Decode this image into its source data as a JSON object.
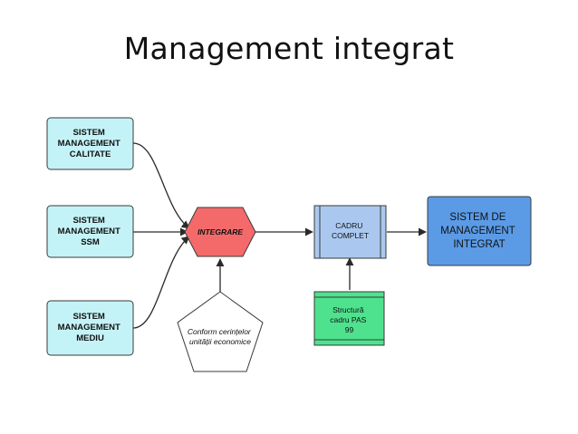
{
  "title": "Management integrat",
  "nodes": {
    "calitate": {
      "lines": [
        "SISTEM",
        "MANAGEMENT",
        "CALITATE"
      ]
    },
    "ssm": {
      "lines": [
        "SISTEM",
        "MANAGEMENT",
        "SSM"
      ]
    },
    "mediu": {
      "lines": [
        "SISTEM",
        "MANAGEMENT",
        "MEDIU"
      ]
    },
    "integrare": {
      "label": "INTEGRARE"
    },
    "conform": {
      "lines": [
        "Conform cerințelor",
        "unității economice"
      ]
    },
    "cadru": {
      "lines": [
        "CADRU",
        "COMPLET"
      ]
    },
    "structura": {
      "lines": [
        "Structură",
        "cadru PAS",
        "99"
      ]
    },
    "sistem_integrat": {
      "lines": [
        "SISTEM DE",
        "MANAGEMENT",
        "INTEGRAT"
      ]
    }
  },
  "colors": {
    "light_cyan": "#c4f3f7",
    "integrare_red": "#f46a6a",
    "cadru_blue": "#aac8ef",
    "structura_green": "#4fe28e",
    "integrat_blue": "#5b9be6",
    "stroke": "#3a3a3a"
  }
}
